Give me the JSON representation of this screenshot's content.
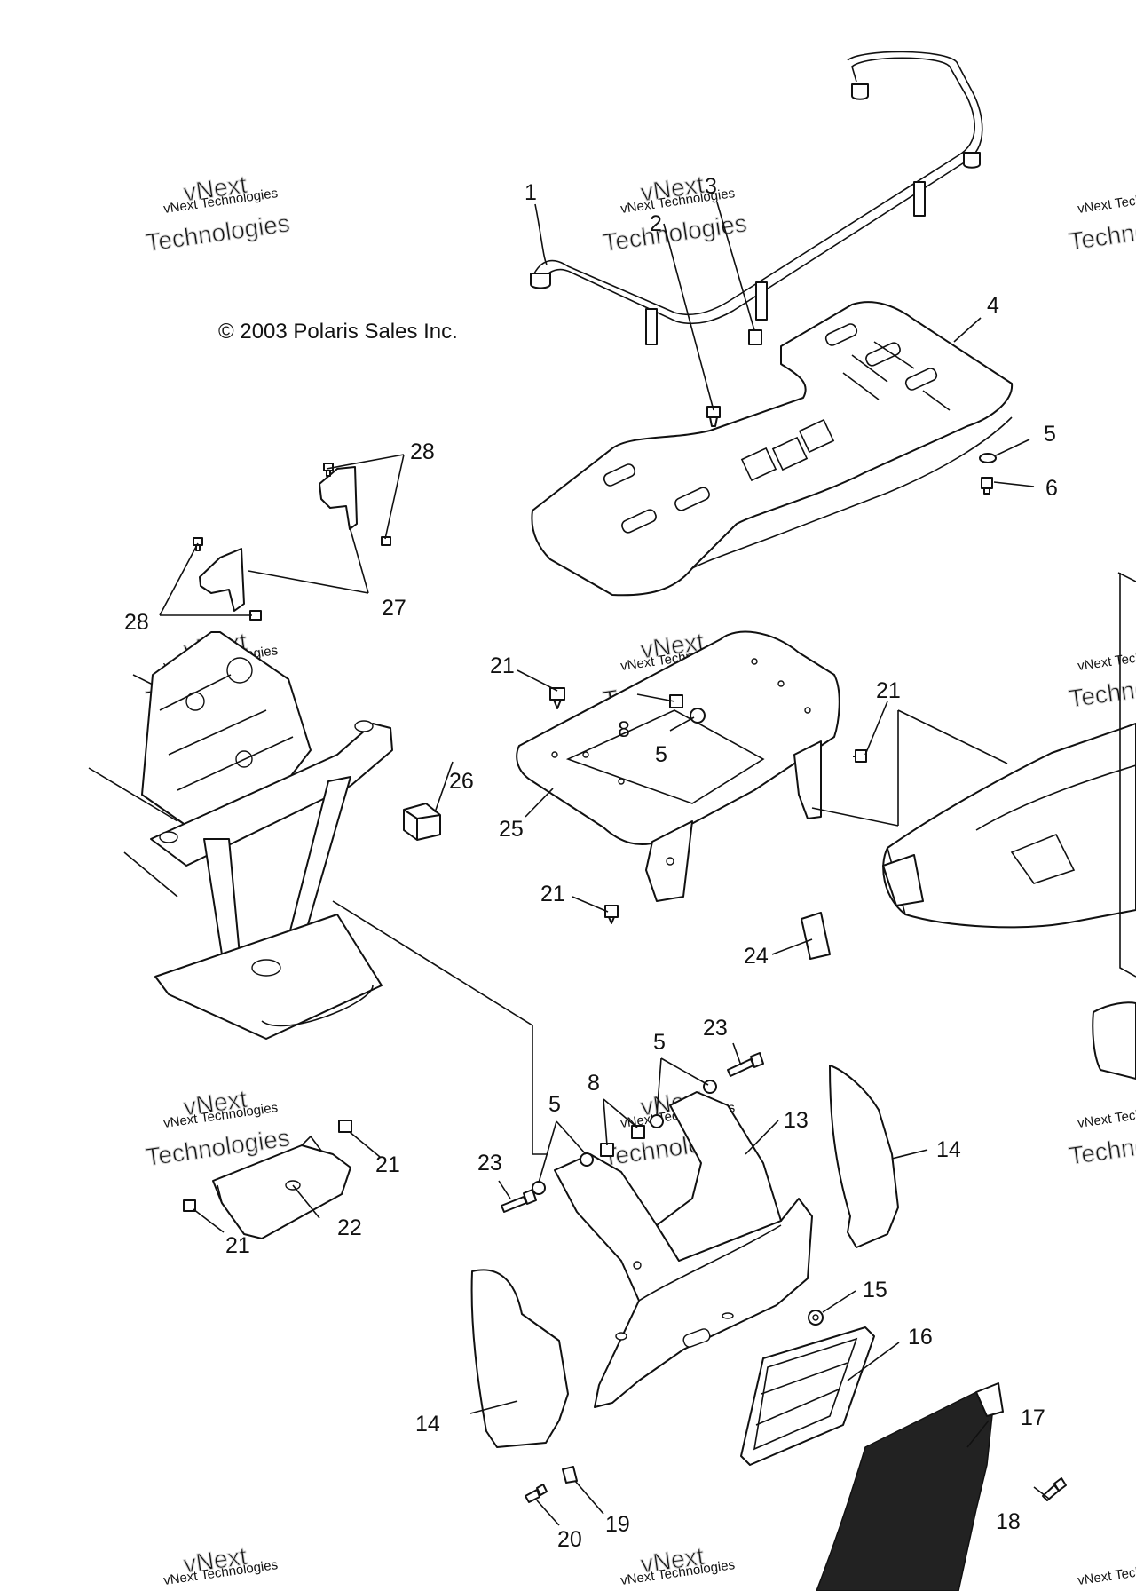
{
  "copyright": "© 2003 Polaris Sales Inc.",
  "watermark": {
    "line1": "vNext Technologies",
    "line2": "vNext",
    "line3": "Technologies"
  },
  "callouts": {
    "c1": "1",
    "c2": "2",
    "c3": "3",
    "c4": "4",
    "c5a": "5",
    "c5b": "5",
    "c5c": "5",
    "c5d": "5",
    "c6": "6",
    "c8a": "8",
    "c8b": "8",
    "c13": "13",
    "c14a": "14",
    "c14b": "14",
    "c15": "15",
    "c16": "16",
    "c17": "17",
    "c18": "18",
    "c19": "19",
    "c20": "20",
    "c21a": "21",
    "c21b": "21",
    "c21c": "21",
    "c21d": "21",
    "c21e": "21",
    "c22": "22",
    "c23a": "23",
    "c23b": "23",
    "c24": "24",
    "c25": "25",
    "c26": "26",
    "c27": "27",
    "c28a": "28",
    "c28b": "28"
  }
}
